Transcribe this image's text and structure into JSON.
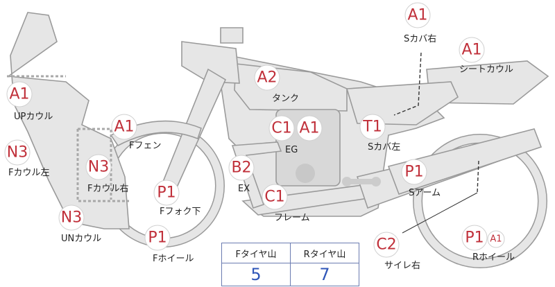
{
  "parts": [
    {
      "code": "A1",
      "label": "Sカバ右"
    },
    {
      "code": "A1",
      "label": "シートカウル"
    },
    {
      "code": "A2",
      "label": "タンク"
    },
    {
      "code": "A1",
      "label": "UPカウル"
    },
    {
      "code": "A1",
      "label": "Fフェン"
    },
    {
      "code": "C1",
      "code2": "A1",
      "label": "EG"
    },
    {
      "code": "T1",
      "label": "Sカバ左"
    },
    {
      "code": "N3",
      "label": "Fカウル左"
    },
    {
      "code": "N3",
      "label": "Fカウル右"
    },
    {
      "code": "B2",
      "label": "EX"
    },
    {
      "code": "P1",
      "label": "Sアーム"
    },
    {
      "code": "P1",
      "label": "Fフォク下"
    },
    {
      "code": "C1",
      "label": "フレーム"
    },
    {
      "code": "N3",
      "label": "UNカウル"
    },
    {
      "code": "P1",
      "label": "Fホイール"
    },
    {
      "code": "C2",
      "label": "サイレ右"
    },
    {
      "code": "P1",
      "code2": "A1",
      "label": "Rホイール"
    }
  ],
  "tire_table": {
    "headers": [
      "Fタイヤ山",
      "Rタイヤ山"
    ],
    "values": [
      "5",
      "7"
    ]
  },
  "colors": {
    "code_text": "#c0303a",
    "value_text": "#2f56b8",
    "part_fill": "#e6e6e6",
    "part_stroke": "#9a9a9a"
  }
}
